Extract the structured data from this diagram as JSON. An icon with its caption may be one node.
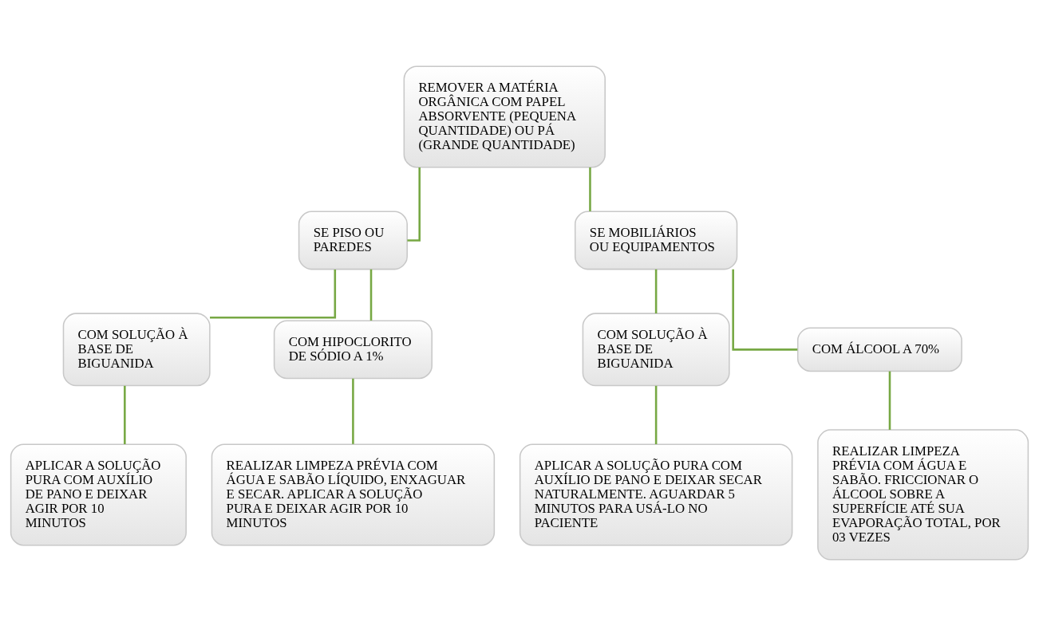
{
  "diagram": {
    "nodes": [
      {
        "text": [
          "REMOVER A MATÉRIA ORGÂNICA COM PAPEL ABSORVENTE (PEQUENA QUANTIDADE) OU PÁ (GRANDE QUANTIDADE)"
        ]
      },
      {
        "text": [
          "SE PISO OU PAREDES"
        ]
      },
      {
        "text": [
          "SE MOBILIÁRIOS OU EQUIPAMENTOS"
        ]
      },
      {
        "text": [
          "COM SOLUÇÃO À BASE DE BIGUANIDA"
        ]
      },
      {
        "text": [
          "COM HIPOCLORITO DE SÓDIO A 1%"
        ]
      },
      {
        "text": [
          "COM SOLUÇÃO À BASE DE BIGUANIDA"
        ]
      },
      {
        "text": [
          "COM ÁLCOOL A 70%"
        ]
      },
      {
        "text": [
          "APLICAR A SOLUÇÃO PURA COM AUXÍLIO DE PANO E DEIXAR AGIR POR 10 MINUTOS"
        ]
      },
      {
        "text": [
          "REALIZAR LIMPEZA PRÉVIA COM ÁGUA E SABÃO LÍQUIDO, ENXAGUAR E SECAR. APLICAR A SOLUÇÃO PURA E DEIXAR AGIR POR 10 MINUTOS"
        ]
      },
      {
        "text": [
          "APLICAR A SOLUÇÃO PURA COM AUXÍLIO DE PANO E DEIXAR SECAR NATURALMENTE. AGUARDAR 5 MINUTOS PARA USÁ-LO NO PACIENTE"
        ]
      },
      {
        "text": [
          "REALIZAR LIMPEZA PRÉVIA COM ÁGUA E SABÃO. FRICCIONAR O ÁLCOOL SOBRE A SUPERFÍCIE ATÉ SUA EVAPORAÇÃO TOTAL, POR 03 VEZES"
        ]
      }
    ],
    "edges": [
      {
        "from": 0,
        "to": 1,
        "arrow": "none"
      },
      {
        "from": 0,
        "to": 2,
        "arrow": "none"
      },
      {
        "from": 1,
        "to": 3,
        "arrow": "none"
      },
      {
        "from": 1,
        "to": 4,
        "arrow": "none"
      },
      {
        "from": 2,
        "to": 5,
        "arrow": "none"
      },
      {
        "from": 2,
        "to": 6,
        "arrow": "none"
      },
      {
        "from": 3,
        "to": 7,
        "arrow": "none"
      },
      {
        "from": 4,
        "to": 8,
        "arrow": "none"
      },
      {
        "from": 5,
        "to": 9,
        "arrow": "none"
      },
      {
        "from": 6,
        "to": 10,
        "arrow": "none"
      }
    ]
  }
}
